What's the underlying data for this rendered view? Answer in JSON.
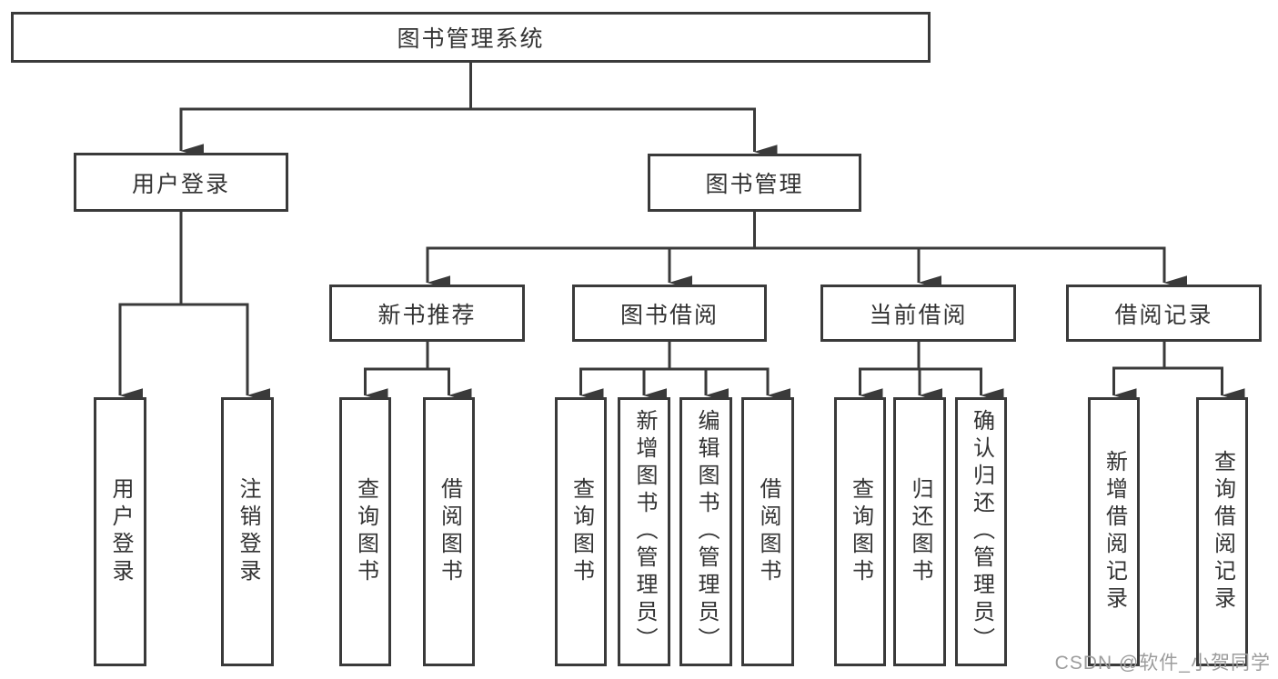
{
  "tree": {
    "label": "图书管理系统",
    "children": [
      {
        "label": "用户登录",
        "children": [
          {
            "label": "用户登录"
          },
          {
            "label": "注销登录"
          }
        ]
      },
      {
        "label": "图书管理",
        "children": [
          {
            "label": "新书推荐",
            "children": [
              {
                "label": "查询图书"
              },
              {
                "label": "借阅图书"
              }
            ]
          },
          {
            "label": "图书借阅",
            "children": [
              {
                "label": "查询图书"
              },
              {
                "label": "新增图书（管理员）"
              },
              {
                "label": "编辑图书（管理员）"
              },
              {
                "label": "借阅图书"
              }
            ]
          },
          {
            "label": "当前借阅",
            "children": [
              {
                "label": "查询图书"
              },
              {
                "label": "归还图书"
              },
              {
                "label": "确认归还（管理员）"
              }
            ]
          },
          {
            "label": "借阅记录",
            "children": [
              {
                "label": "新增借阅记录"
              },
              {
                "label": "查询借阅记录"
              }
            ]
          }
        ]
      }
    ]
  },
  "watermark": {
    "text": "CSDN @软件_小贺同学"
  },
  "colors": {
    "line": "#3a3a3a",
    "text": "#333333",
    "background": "#ffffff",
    "watermark": "#9c9c9c"
  }
}
